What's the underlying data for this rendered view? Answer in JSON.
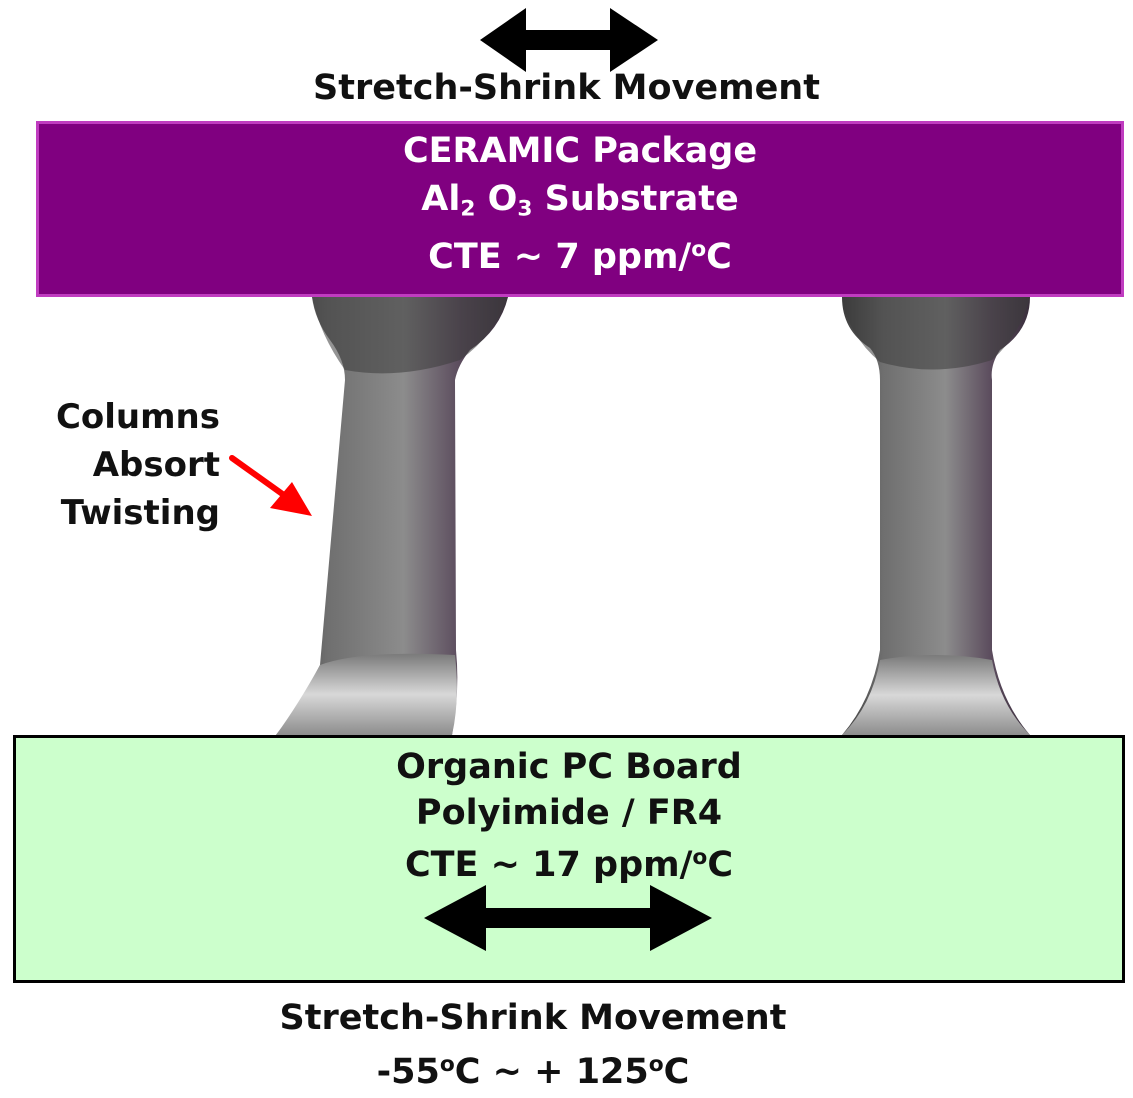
{
  "top": {
    "caption": "Stretch-Shrink Movement"
  },
  "ceramic_package": {
    "title": "CERAMIC Package",
    "substrate": {
      "part1": "Al",
      "sub1": "2",
      "part2": " O",
      "sub2": "3",
      "part3": " Substrate"
    },
    "cte": {
      "prefix": "CTE ~ 7 ppm/",
      "sup": "o",
      "suffix": "C"
    },
    "fill_color": "#800080",
    "border_color": "#c03cc0"
  },
  "board": {
    "title": "Organic PC Board",
    "material": "Polyimide / FR4",
    "cte": {
      "prefix": "CTE ~ 17 ppm/",
      "sup": "o",
      "suffix": "C"
    },
    "fill_color": "#ccffcc"
  },
  "columns_label": {
    "line1": "Columns",
    "line2": "Absort",
    "line3": "Twisting",
    "arrow_color": "#ff0000"
  },
  "bottom": {
    "caption": "Stretch-Shrink Movement",
    "range": {
      "t1": "-55",
      "sup1": "o",
      "t2": "C ~ + 125",
      "sup2": "o",
      "t3": "C"
    }
  },
  "icons": [
    "double-arrow-icon",
    "red-pointer-arrow-icon"
  ]
}
